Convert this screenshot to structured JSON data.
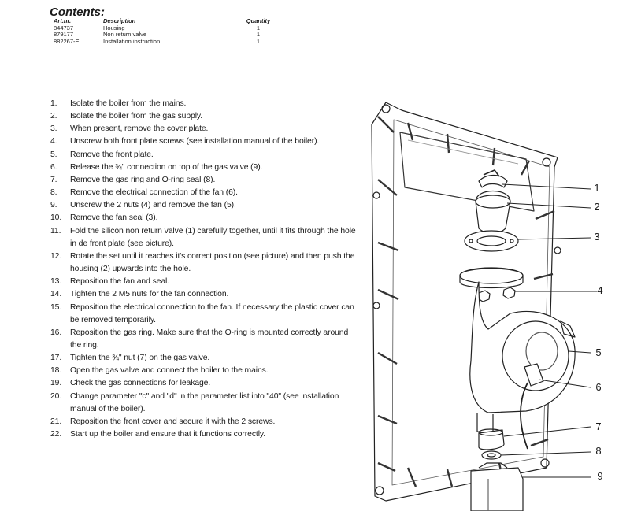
{
  "contents": {
    "title": "Contents:",
    "columns": {
      "art": "Art.nr.",
      "description": "Description",
      "quantity": "Quantity"
    },
    "rows": [
      {
        "art": "844737",
        "description": "Housing",
        "quantity": "1"
      },
      {
        "art": "879177",
        "description": "Non return valve",
        "quantity": "1"
      },
      {
        "art": "882267-E",
        "description": "Installation instruction",
        "quantity": "1"
      }
    ]
  },
  "steps": [
    {
      "num": "1.",
      "text": "Isolate the boiler from the mains."
    },
    {
      "num": "2.",
      "text": "Isolate the boiler from the gas supply."
    },
    {
      "num": "3.",
      "text": "When present, remove the cover plate."
    },
    {
      "num": "4.",
      "text": "Unscrew both front plate screws (see installation manual of the boiler)."
    },
    {
      "num": "5.",
      "text": "Remove the front plate."
    },
    {
      "num": "6.",
      "text": "Release the ¾\" connection on top of the gas valve (9)."
    },
    {
      "num": "7.",
      "text": "Remove the gas ring and O-ring seal (8)."
    },
    {
      "num": "8.",
      "text": "Remove the electrical connection of the fan (6)."
    },
    {
      "num": "9.",
      "text": "Unscrew the 2 nuts (4) and remove the fan (5)."
    },
    {
      "num": "10.",
      "text": "Remove the fan seal (3)."
    },
    {
      "num": "11.",
      "text": "Fold the silicon non return valve (1) carefully together, until it fits through the hole in de front plate (see picture)."
    },
    {
      "num": "12.",
      "text": "Rotate the set until it reaches it's correct position (see picture)  and then push the housing (2) upwards into the hole."
    },
    {
      "num": "13.",
      "text": "Reposition the fan and seal."
    },
    {
      "num": "14.",
      "text": "Tighten the 2 M5 nuts for the fan connection."
    },
    {
      "num": "15.",
      "text": "Reposition the electrical connection to the fan. If necessary the plastic cover can be removed temporarily."
    },
    {
      "num": "16.",
      "text": "Reposition the gas ring. Make sure that the O-ring is mounted correctly around the ring."
    },
    {
      "num": "17.",
      "text": "Tighten the ¾\"  nut (7) on the gas valve."
    },
    {
      "num": "18.",
      "text": "Open the gas valve and connect the boiler to the mains."
    },
    {
      "num": "19.",
      "text": "Check the gas connections for leakage."
    },
    {
      "num": "20.",
      "text": "Change parameter \"c\" and \"d\" in the parameter list into \"40\" (see installation manual of the boiler)."
    },
    {
      "num": "21.",
      "text": "Reposition the front cover and secure it with the 2 screws."
    },
    {
      "num": "22.",
      "text": "Start up the boiler and ensure that it functions correctly."
    }
  ],
  "diagram": {
    "callouts": [
      "1",
      "2",
      "3",
      "4",
      "5",
      "6",
      "7",
      "8",
      "9"
    ]
  }
}
